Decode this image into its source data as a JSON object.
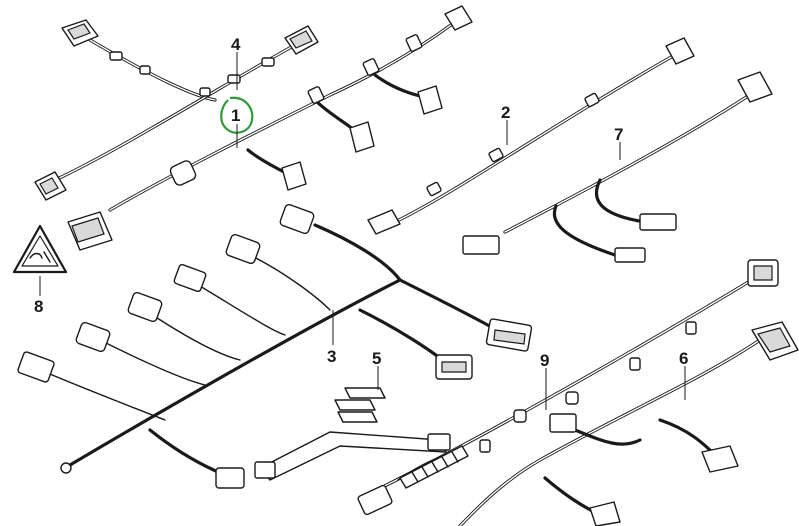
{
  "callouts": [
    {
      "id": "1",
      "label": "1"
    },
    {
      "id": "2",
      "label": "2"
    },
    {
      "id": "3",
      "label": "3"
    },
    {
      "id": "4",
      "label": "4"
    },
    {
      "id": "5",
      "label": "5"
    },
    {
      "id": "6",
      "label": "6"
    },
    {
      "id": "7",
      "label": "7"
    },
    {
      "id": "8",
      "label": "8"
    },
    {
      "id": "9",
      "label": "9"
    }
  ],
  "highlight": {
    "target": "1",
    "color": "#2e9a3a"
  },
  "symbols": [
    "warning-triangle-icon"
  ]
}
